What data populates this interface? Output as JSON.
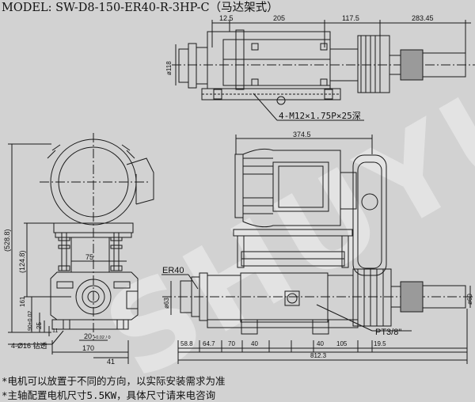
{
  "model_line": "MODEL: SW-D8-150-ER40-R-3HP-C（马达架式）",
  "watermark": "SHUYU",
  "top_view": {
    "dims": [
      "12.5",
      "205",
      "117.5",
      "283.45"
    ],
    "dia_118": "ø118",
    "thread_label": "4-M12×1.75P×25深"
  },
  "side_view": {
    "height_overall": "(528.8)",
    "height_124": "(124.8)",
    "width_75": "75",
    "height_161": "161",
    "height_90": "90±0.02",
    "height_25": "25",
    "dim_11": "11",
    "width_20": "20",
    "tol_20": "+0.02 / 0",
    "width_170": "170",
    "width_41": "41",
    "holes": "4-Ø16 钻透"
  },
  "front_view": {
    "dim_3745": "374.5",
    "er_label": "ER40",
    "dia_63": "ø63",
    "dia_60": "ø60",
    "pt_label": "PT3/8\"",
    "bottom_dims": [
      "58.8",
      "64.7",
      "70",
      "40",
      "40",
      "105",
      "19.5"
    ],
    "overall": "812.3"
  },
  "notes": [
    "*电机可以放置于不同的方向，以实际安装需求为准",
    "*主轴配置电机尺寸5.5KW，具体尺寸请来电咨询"
  ],
  "colors": {
    "background": "#d2d2d2",
    "line": "#1a1a1a",
    "watermark": "#e6e6e6"
  }
}
